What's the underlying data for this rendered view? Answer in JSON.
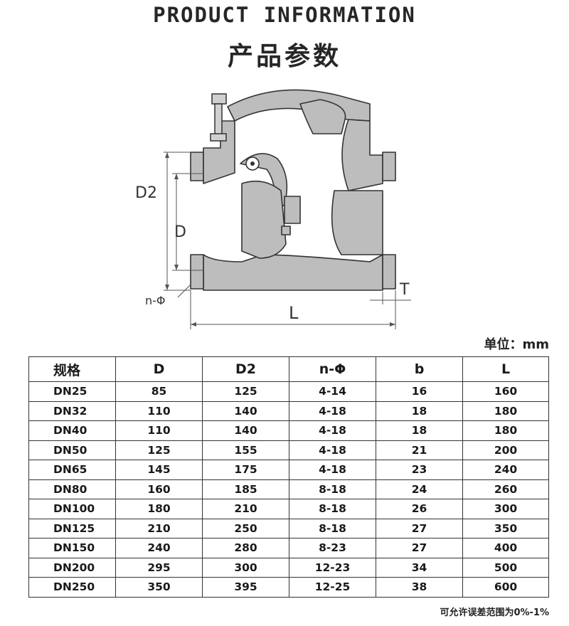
{
  "header": {
    "title_en": "PRODUCT INFORMATION",
    "title_cn": "产品参数"
  },
  "drawing": {
    "labels": {
      "d2": "D2",
      "d": "D",
      "n_phi": "n-Φ",
      "l": "L",
      "t": "T"
    }
  },
  "unit_label": "单位：mm",
  "table": {
    "headers": [
      "规格",
      "D",
      "D2",
      "n-Φ",
      "b",
      "L"
    ],
    "rows": [
      [
        "DN25",
        "85",
        "125",
        "4-14",
        "16",
        "160"
      ],
      [
        "DN32",
        "110",
        "140",
        "4-18",
        "18",
        "180"
      ],
      [
        "DN40",
        "110",
        "140",
        "4-18",
        "18",
        "180"
      ],
      [
        "DN50",
        "125",
        "155",
        "4-18",
        "21",
        "200"
      ],
      [
        "DN65",
        "145",
        "175",
        "4-18",
        "23",
        "240"
      ],
      [
        "DN80",
        "160",
        "185",
        "8-18",
        "24",
        "260"
      ],
      [
        "DN100",
        "180",
        "210",
        "8-18",
        "26",
        "300"
      ],
      [
        "DN125",
        "210",
        "250",
        "8-18",
        "27",
        "350"
      ],
      [
        "DN150",
        "240",
        "280",
        "8-23",
        "27",
        "400"
      ],
      [
        "DN200",
        "295",
        "300",
        "12-23",
        "34",
        "500"
      ],
      [
        "DN250",
        "350",
        "395",
        "12-25",
        "38",
        "600"
      ]
    ]
  },
  "note": "可允许误差范围为0%-1%"
}
